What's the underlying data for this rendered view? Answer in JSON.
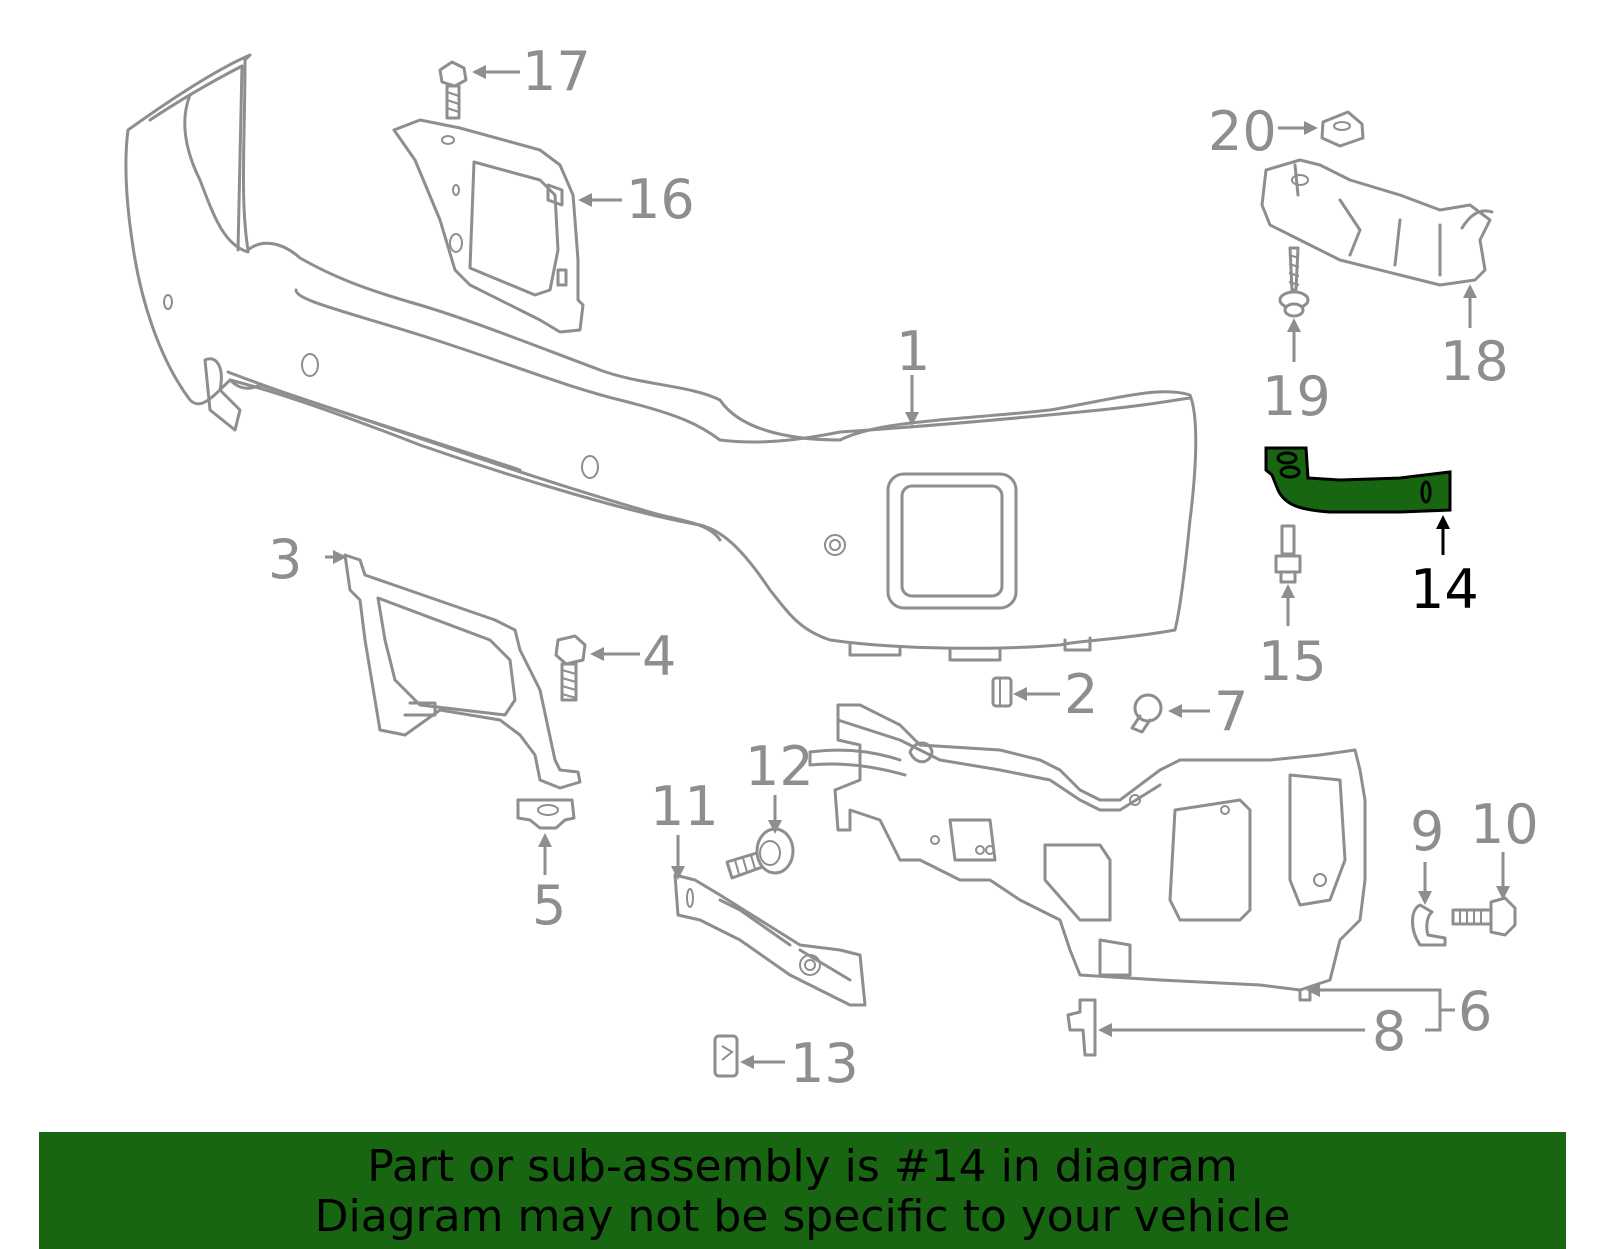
{
  "colors": {
    "line": "#8e8e8e",
    "highlight_fill": "#186612",
    "highlight_text": "#000000",
    "banner_bg": "#186612",
    "banner_text": "#000000",
    "background": "#ffffff"
  },
  "highlighted_part": "14",
  "callouts": {
    "p1": "1",
    "p2": "2",
    "p3": "3",
    "p4": "4",
    "p5": "5",
    "p6": "6",
    "p7": "7",
    "p8": "8",
    "p9": "9",
    "p10": "10",
    "p11": "11",
    "p12": "12",
    "p13": "13",
    "p14": "14",
    "p15": "15",
    "p16": "16",
    "p17": "17",
    "p18": "18",
    "p19": "19",
    "p20": "20"
  },
  "banner": {
    "line1": "Part or sub-assembly is #14 in diagram",
    "line2": "Diagram may not be specific to your vehicle"
  }
}
